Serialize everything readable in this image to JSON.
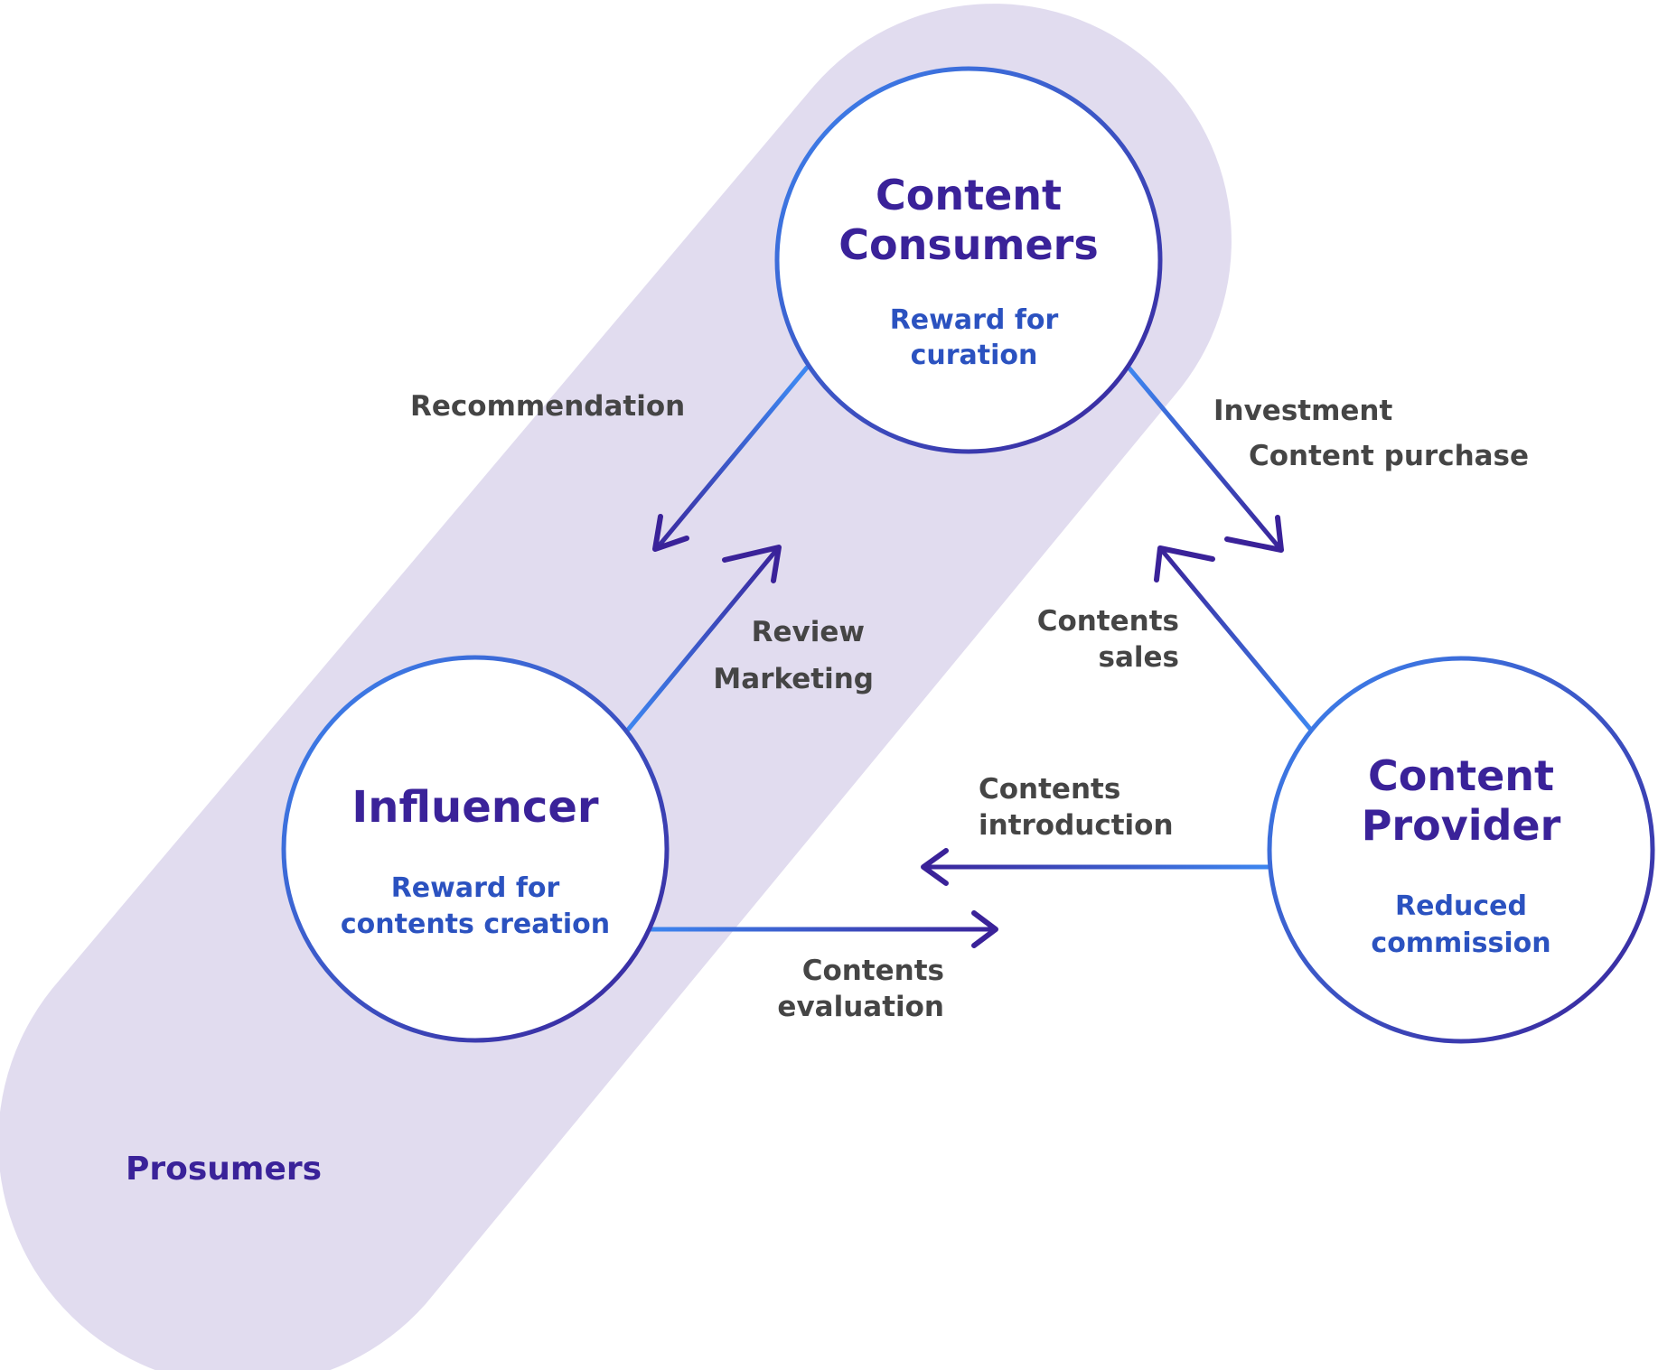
{
  "colors": {
    "band": "#e1dcef",
    "title": "#3a2299",
    "subtitle": "#2b52c0",
    "label": "#454545",
    "stroke_light": "#3d86f0",
    "stroke_dark": "#3a2299"
  },
  "group": {
    "label": "Prosumers"
  },
  "nodes": {
    "consumers": {
      "title": [
        "Content",
        "Consumers"
      ],
      "subtitle": [
        "Reward for",
        "curation"
      ]
    },
    "influencer": {
      "title": [
        "Influencer"
      ],
      "subtitle": [
        "Reward for",
        "contents creation"
      ]
    },
    "provider": {
      "title": [
        "Content",
        "Provider"
      ],
      "subtitle": [
        "Reduced",
        "commission"
      ]
    }
  },
  "flows": {
    "recommendation": {
      "from": "Content Consumers",
      "to": "Influencer",
      "label": [
        "Recommendation"
      ]
    },
    "review": {
      "from": "Influencer",
      "to": "Content Consumers",
      "label": [
        "Review",
        "Marketing"
      ]
    },
    "investment": {
      "from": "Content Consumers",
      "to": "Content Provider",
      "label": [
        "Investment",
        "Content purchase"
      ]
    },
    "sales": {
      "from": "Content Provider",
      "to": "Content Consumers",
      "label": [
        "Contents",
        "sales"
      ]
    },
    "introduction": {
      "from": "Content Provider",
      "to": "Influencer",
      "label": [
        "Contents",
        "introduction"
      ]
    },
    "evaluation": {
      "from": "Influencer",
      "to": "Content Provider",
      "label": [
        "Contents",
        "evaluation"
      ]
    }
  }
}
